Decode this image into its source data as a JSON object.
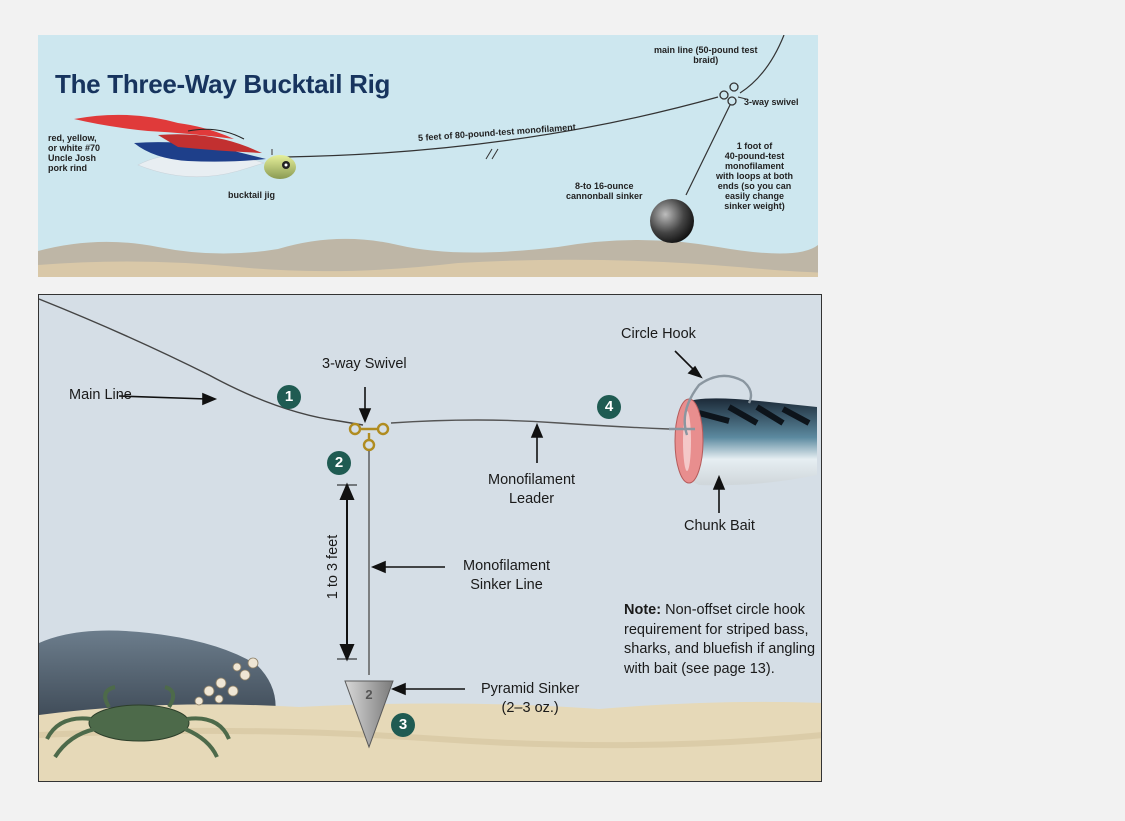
{
  "top": {
    "title": "The Three-Way Bucktail Rig",
    "main_line_1": "main line (50-pound test",
    "main_line_2": "braid)",
    "swivel": "3-way swivel",
    "mono_5ft": "5 feet of 80-pound-test monofilament",
    "pork_1": "red, yellow,",
    "pork_2": "or white #70",
    "pork_3": "Uncle Josh",
    "pork_4": "pork rind",
    "jig": "bucktail jig",
    "sinker_1": "8-to 16-ounce",
    "sinker_2": "cannonball sinker",
    "leader_1": "1 foot of",
    "leader_2": "40-pound-test",
    "leader_3": "monofilament",
    "leader_4": "with loops at both",
    "leader_5": "ends (so you can",
    "leader_6": "easily change",
    "leader_7": "sinker weight)"
  },
  "bottom": {
    "circle_hook": "Circle Hook",
    "swivel": "3-way Swivel",
    "main_line": "Main Line",
    "mono_leader_1": "Monofilament",
    "mono_leader_2": "Leader",
    "chunk_bait": "Chunk Bait",
    "sinker_line_1": "Monofilament",
    "sinker_line_2": "Sinker Line",
    "length": "1 to 3 feet",
    "pyramid_1": "Pyramid Sinker",
    "pyramid_2": "(2–3 oz.)",
    "sinker_mark": "2",
    "note_label": "Note:",
    "note_text": "Non-offset circle hook requirement for striped bass, sharks, and bluefish if angling with bait (see page 13).",
    "badges": [
      "1",
      "2",
      "3",
      "4"
    ]
  },
  "colors": {
    "title": "#17345e",
    "top_bg": "#cde7ef",
    "bottom_bg": "#d5dee6",
    "badge": "#1f5b52",
    "sand": "#e6d9b8"
  }
}
